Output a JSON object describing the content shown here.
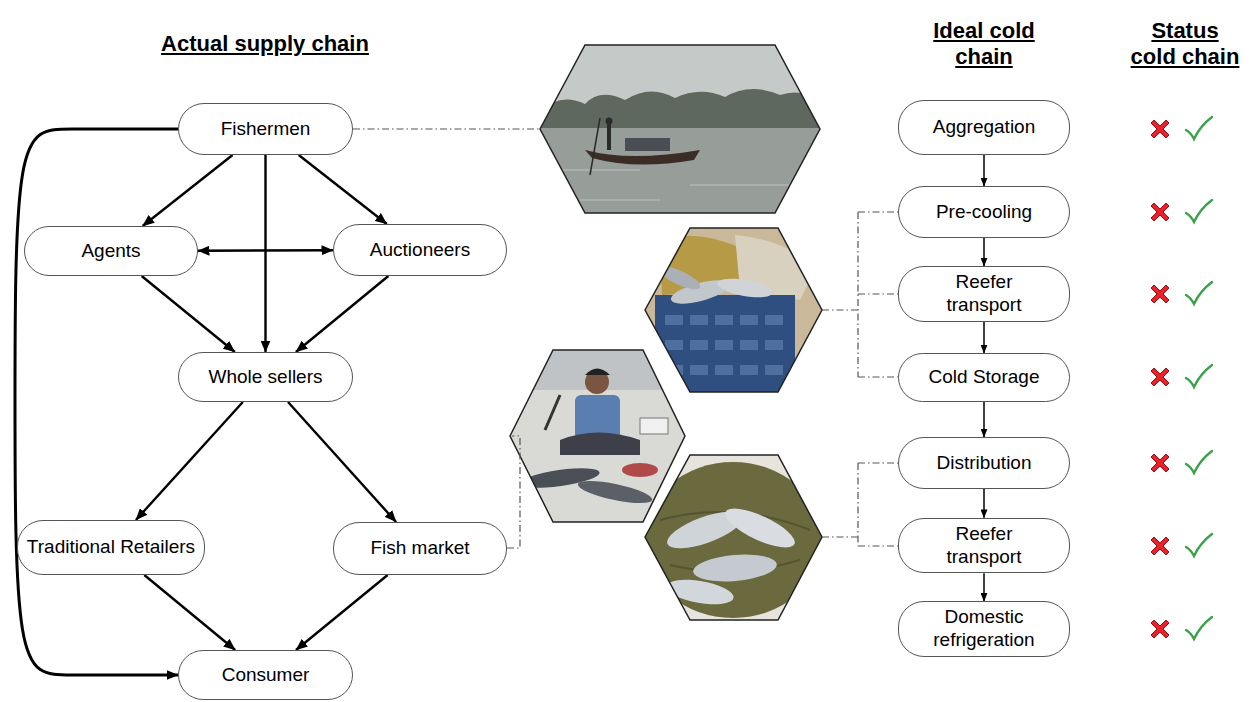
{
  "diagram": {
    "nodes": [
      {
        "text": [
          "Fishermen"
        ]
      },
      {
        "text": [
          "Agents"
        ]
      },
      {
        "text": [
          "Auctioneers"
        ]
      },
      {
        "text": [
          "Whole sellers"
        ]
      },
      {
        "text": [
          "Traditional Retailers"
        ]
      },
      {
        "text": [
          "Fish market"
        ]
      },
      {
        "text": [
          "Consumer"
        ]
      },
      {
        "text": [
          "Aggregation"
        ]
      },
      {
        "text": [
          "Pre-cooling"
        ]
      },
      {
        "text": [
          "Reefer transport"
        ]
      },
      {
        "text": [
          "Cold Storage"
        ]
      },
      {
        "text": [
          "Distribution"
        ]
      },
      {
        "text": [
          "Reefer transport"
        ]
      },
      {
        "text": [
          "Domestic refrigeration"
        ]
      }
    ],
    "edges": [
      {
        "from": 0,
        "to": 1,
        "arrow": "to"
      },
      {
        "from": 0,
        "to": 2,
        "arrow": "to"
      },
      {
        "from": 0,
        "to": 3,
        "arrow": "to"
      },
      {
        "from": 1,
        "to": 2,
        "arrow": "both"
      },
      {
        "from": 1,
        "to": 3,
        "arrow": "to"
      },
      {
        "from": 2,
        "to": 3,
        "arrow": "to"
      },
      {
        "from": 3,
        "to": 4,
        "arrow": "to"
      },
      {
        "from": 3,
        "to": 5,
        "arrow": "to"
      },
      {
        "from": 4,
        "to": 6,
        "arrow": "to"
      },
      {
        "from": 5,
        "to": 6,
        "arrow": "to"
      },
      {
        "from": 0,
        "to": 6,
        "arrow": "to"
      },
      {
        "from": 7,
        "to": 8,
        "arrow": "to"
      },
      {
        "from": 8,
        "to": 9,
        "arrow": "to"
      },
      {
        "from": 9,
        "to": 10,
        "arrow": "to"
      },
      {
        "from": 10,
        "to": 11,
        "arrow": "to"
      },
      {
        "from": 11,
        "to": 12,
        "arrow": "to"
      },
      {
        "from": 12,
        "to": 13,
        "arrow": "to"
      }
    ],
    "labels": [
      "Actual supply chain",
      "Ideal cold chain",
      "Status cold chain"
    ]
  }
}
